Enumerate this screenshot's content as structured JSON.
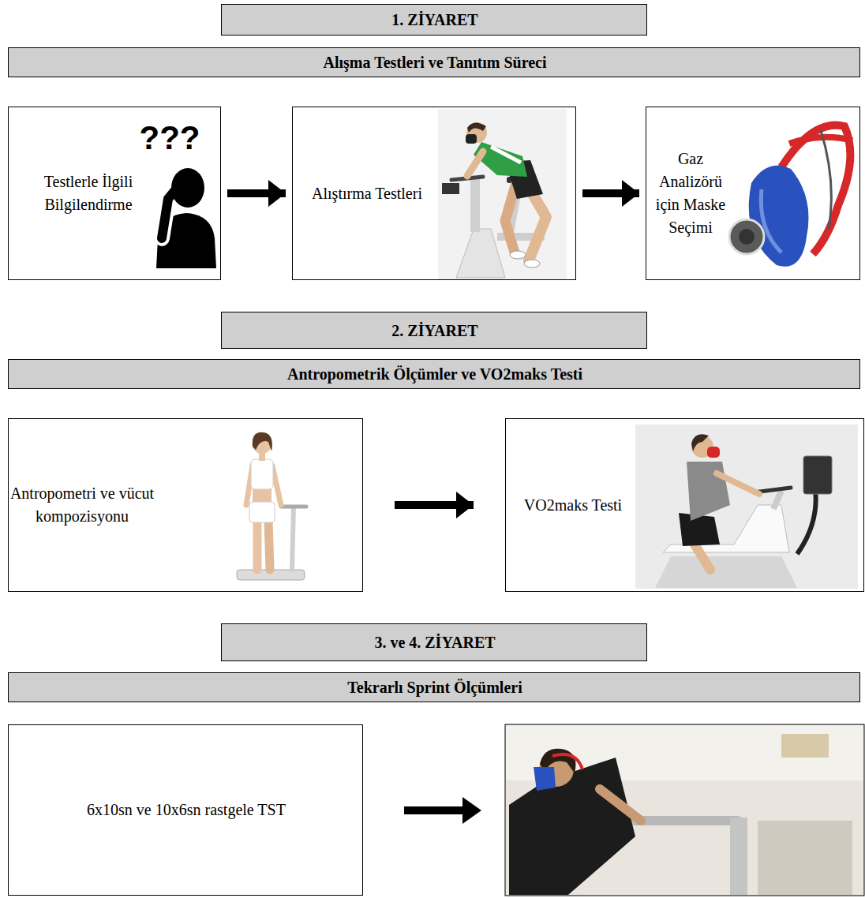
{
  "diagram": {
    "nodes": [
      {
        "text": [
          "1. ZİYARET"
        ]
      },
      {
        "text": [
          "Alışma Testleri ve Tanıtım Süreci"
        ]
      },
      {
        "text": [
          "Testlerle İlgili Bilgilendirme"
        ]
      },
      {
        "text": [
          "Alıştırma Testleri"
        ]
      },
      {
        "text": [
          "Gaz Analizörü için Maske Seçimi"
        ]
      },
      {
        "text": [
          "2. ZİYARET"
        ]
      },
      {
        "text": [
          "Antropometrik Ölçümler ve VO2maks Testi"
        ]
      },
      {
        "text": [
          "Antropometri ve vücut kompozisyonu"
        ]
      },
      {
        "text": [
          "VO2maks Testi"
        ]
      },
      {
        "text": [
          "3. ve 4. ZİYARET"
        ]
      },
      {
        "text": [
          "Tekrarlı Sprint Ölçümleri"
        ]
      },
      {
        "text": [
          "6x10sn ve 10x6sn rastgele TST"
        ]
      }
    ],
    "edges": [
      {
        "from": 2,
        "to": 3,
        "arrow": "to"
      },
      {
        "from": 3,
        "to": 4,
        "arrow": "to"
      },
      {
        "from": 7,
        "to": 8,
        "arrow": "to"
      }
    ],
    "labels": [
      "???"
    ]
  }
}
